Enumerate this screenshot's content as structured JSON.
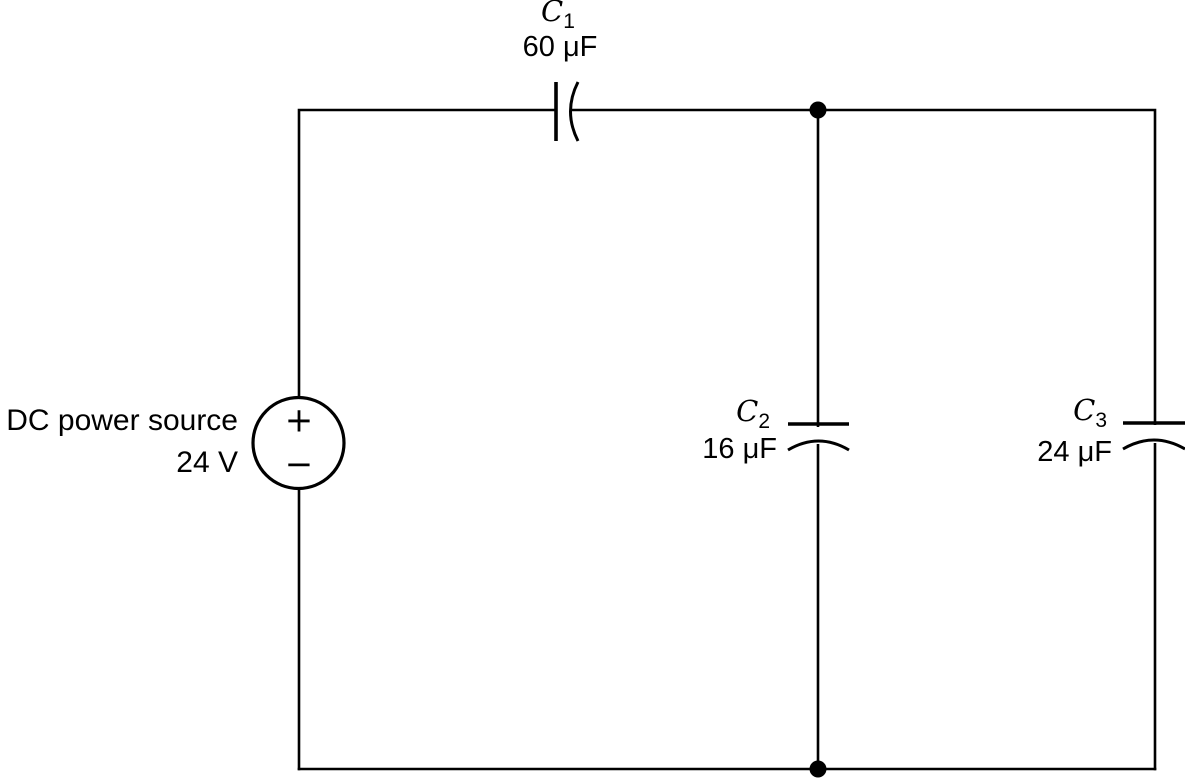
{
  "diagram": {
    "type": "circuit",
    "ink_color": "#000000",
    "background_color": "#ffffff",
    "dc_source": {
      "label": "DC power source",
      "voltage": "24 V",
      "plus_symbol": "+",
      "minus_symbol": "−"
    },
    "capacitors": [
      {
        "symbol": "C",
        "subscript": "1",
        "value": "60 μF",
        "position": "top-branch-series"
      },
      {
        "symbol": "C",
        "subscript": "2",
        "value": "16 μF",
        "position": "middle-branch-parallel"
      },
      {
        "symbol": "C",
        "subscript": "3",
        "value": "24 μF",
        "position": "right-branch-parallel"
      }
    ]
  }
}
